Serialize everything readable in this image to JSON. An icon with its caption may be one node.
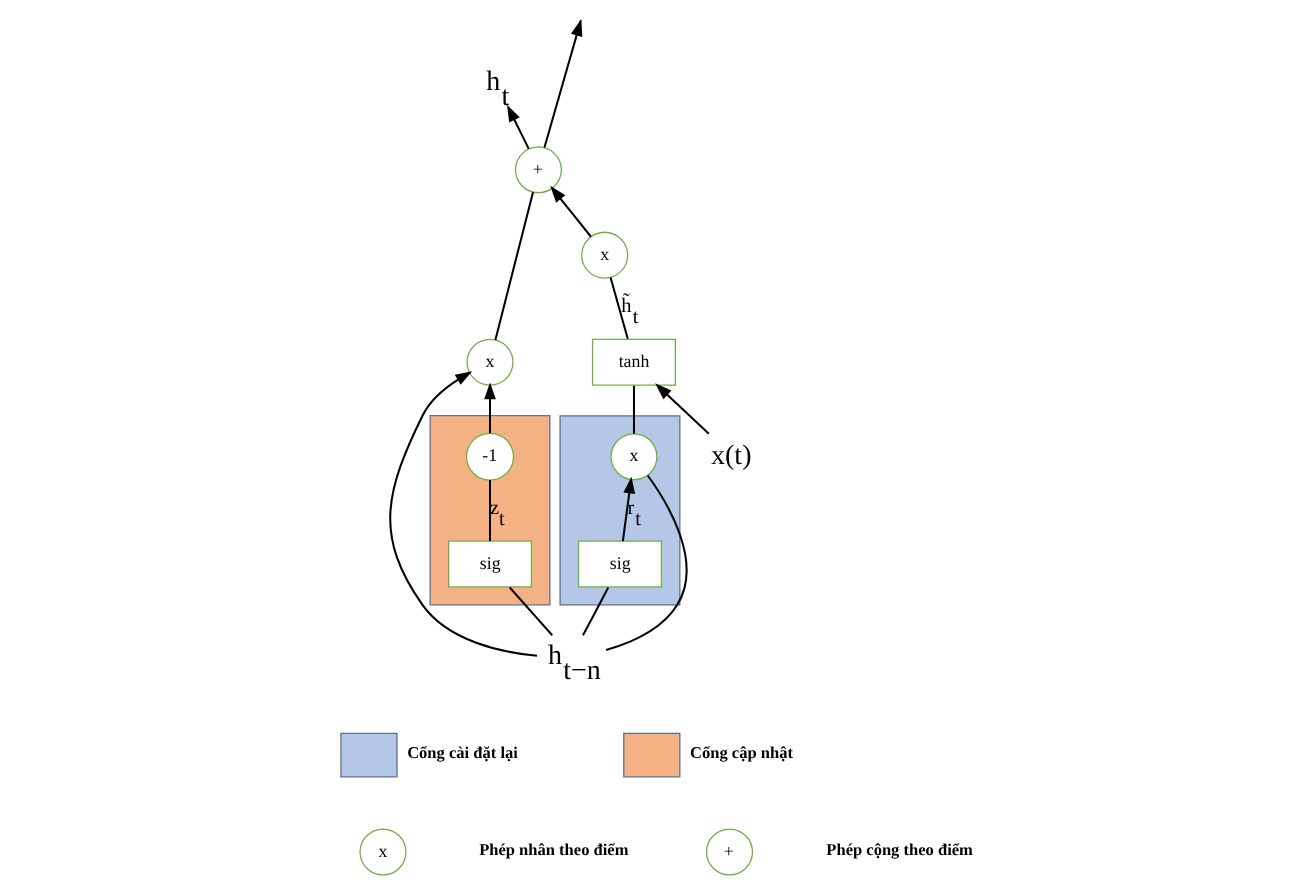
{
  "diagram": {
    "nodes": [
      {
        "text": [
          "h$_{t−n}$"
        ]
      },
      {
        "text": [],
        "shape": "box"
      },
      {
        "text": [
          "x"
        ],
        "in": 1
      },
      {
        "text": [
          "sig"
        ],
        "in": 1
      },
      {
        "text": [],
        "shape": "box"
      },
      {
        "text": [
          "-1"
        ],
        "in": 4
      },
      {
        "text": [
          "sig"
        ],
        "in": 4
      },
      {
        "text": [
          "x"
        ]
      },
      {
        "text": [
          "+"
        ]
      },
      {
        "text": [
          "x"
        ]
      },
      {
        "text": [
          "tanh"
        ]
      },
      {
        "text": [
          "h$_{t}$"
        ]
      },
      {
        "text": [
          "x(t)"
        ]
      }
    ],
    "edges": [
      {
        "from": 0,
        "to": 7,
        "arrow": "to"
      },
      {
        "from": 0,
        "to": 2,
        "arrow": "none"
      },
      {
        "from": 0,
        "to": 3,
        "arrow": "none"
      },
      {
        "from": 0,
        "to": 6,
        "arrow": "none"
      },
      {
        "from": 3,
        "to": 2,
        "arrow": "to",
        "label": "r$_{t}$"
      },
      {
        "from": 6,
        "to": 5,
        "arrow": "none",
        "label": "z$_{t}$"
      },
      {
        "from": 5,
        "to": 7,
        "arrow": "to"
      },
      {
        "from": 2,
        "to": 10,
        "arrow": "none"
      },
      {
        "from": 12,
        "to": 10,
        "arrow": "to"
      },
      {
        "from": 10,
        "to": 9,
        "arrow": "none",
        "label": "h̃$_{t}$"
      },
      {
        "from": 9,
        "to": 8,
        "arrow": "to"
      },
      {
        "from": 7,
        "to": 8,
        "arrow": "none"
      },
      {
        "from": 8,
        "to": 11,
        "arrow": "to"
      },
      {
        "from": 8,
        "to": null,
        "arrow": "to"
      }
    ],
    "labels": [
      "x",
      "+"
    ],
    "legend": [
      {
        "text": "Cổng cài đặt lại",
        "color": "#b4c7e7"
      },
      {
        "text": "Cổng cập nhật",
        "color": "#f4b183"
      },
      {
        "text": "Phép nhân theo điểm"
      },
      {
        "text": "Phép cộng theo điểm"
      }
    ]
  }
}
